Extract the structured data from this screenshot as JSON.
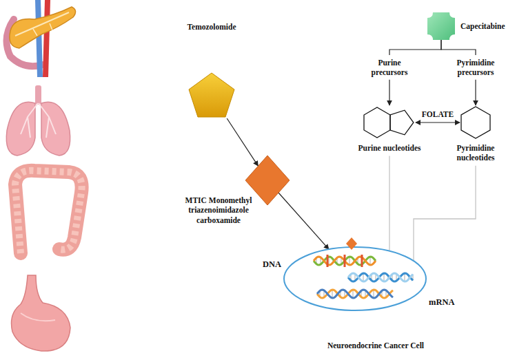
{
  "diagram": {
    "nodes": [
      {
        "text": [
          "Temozolomide"
        ]
      },
      {
        "text": [
          "MTIC Monomethyl triazenoimidazole carboxamide"
        ]
      },
      {
        "text": [
          "Neuroendocrine Cancer Cell"
        ]
      },
      {
        "text": [
          "Capecitabine"
        ]
      },
      {
        "text": [
          "Purine precursors"
        ]
      },
      {
        "text": [
          "Pyrimidine precursors"
        ]
      },
      {
        "text": [
          "Purine nucleotides"
        ]
      },
      {
        "text": [
          "Pyrimidine nucleotides"
        ]
      }
    ],
    "edges": [
      {
        "from": 0,
        "to": 1,
        "arrow": "to"
      },
      {
        "from": 1,
        "to": 2,
        "arrow": "to"
      },
      {
        "from": 4,
        "to": 6,
        "arrow": "to"
      },
      {
        "from": 5,
        "to": 7,
        "arrow": "to"
      },
      {
        "from": 6,
        "to": 7,
        "label": "FOLATE",
        "arrow": "both"
      },
      {
        "from": 6,
        "to": 2,
        "arrow": "none"
      },
      {
        "from": 7,
        "to": 2,
        "arrow": "none"
      },
      {
        "from": 3,
        "to": 4,
        "arrow": "none"
      },
      {
        "from": 3,
        "to": 5,
        "arrow": "none"
      }
    ],
    "labels": [
      "DNA",
      "mRNA"
    ]
  }
}
